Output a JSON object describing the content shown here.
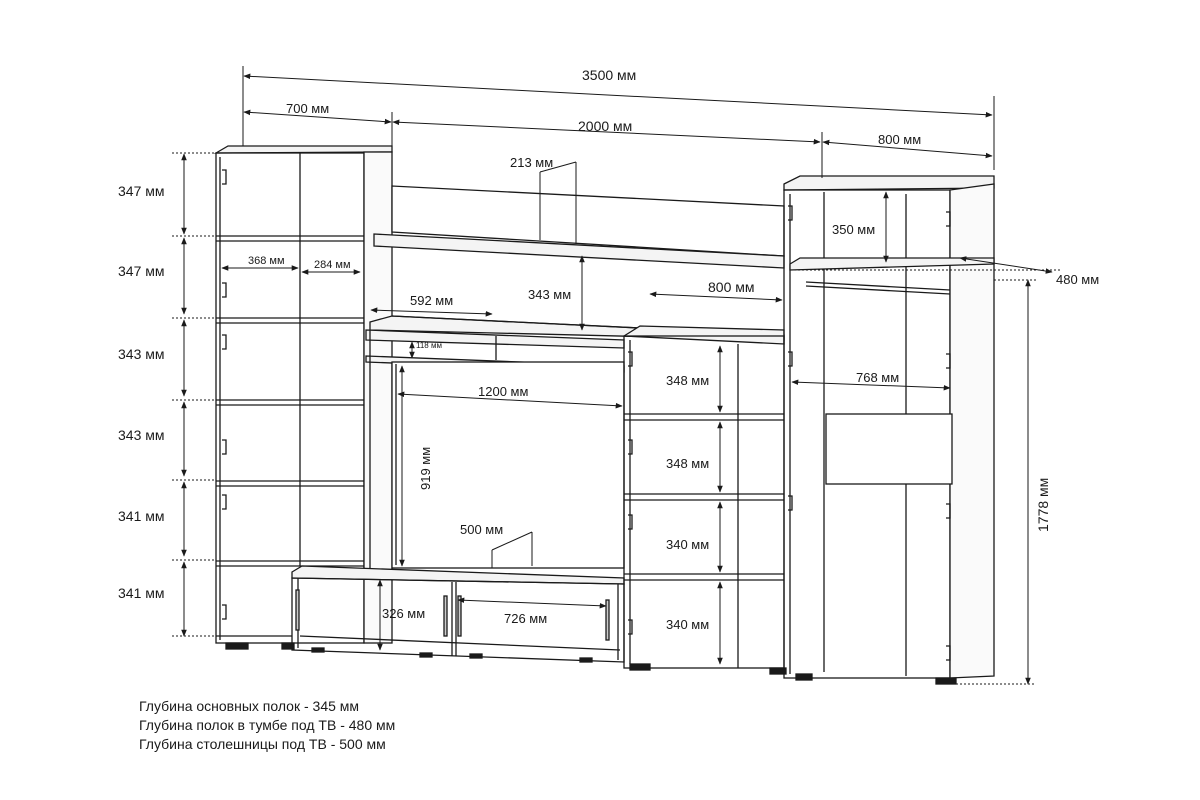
{
  "dimensions": {
    "total_width": "3500 мм",
    "left_width": "700 мм",
    "middle_width": "2000 мм",
    "right_width": "800 мм",
    "shelf_top_offset": "213 мм",
    "right_shelf": "350 мм",
    "depth_tv_cabinet": "480 мм",
    "total_height": "1778 мм",
    "left_col_a": "368 мм",
    "left_col_b": "284 мм",
    "left_h1": "347 мм",
    "left_h2": "347 мм",
    "left_h3": "343 мм",
    "left_h4": "343 мм",
    "left_h5": "341 мм",
    "left_h6": "341 мм",
    "mid_shelf_w": "592 мм",
    "mid_gap": "343 мм",
    "mid_small_gap": "118 мм",
    "shelf_unit_w": "800 мм",
    "tv_w": "1200 мм",
    "tv_h": "919 мм",
    "tv_top_depth": "500 мм",
    "tv_cab_h": "326 мм",
    "tv_cab_w": "726 мм",
    "su_h1": "348 мм",
    "su_h2": "348 мм",
    "su_h3": "340 мм",
    "su_h4": "340 мм",
    "wardrobe_inner_w": "768 мм"
  },
  "notes": [
    "Глубина основных полок - 345 мм",
    "Глубина полок в тумбе под ТВ - 480 мм",
    "Глубина столешницы под ТВ - 500 мм"
  ]
}
